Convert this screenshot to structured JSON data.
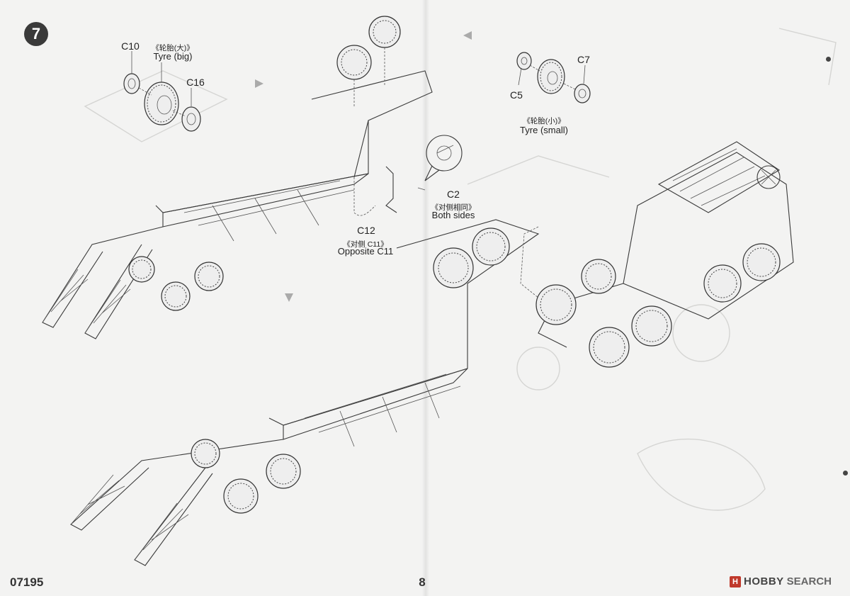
{
  "step": {
    "number": "7"
  },
  "callouts": {
    "tyre_big": {
      "cn": "《轮胎(大)》",
      "en": "Tyre (big)"
    },
    "tyre_small": {
      "cn": "《轮胎(小)》",
      "en": "Tyre (small)"
    },
    "both_sides": {
      "cn": "《对侧相同》",
      "en": "Both sides"
    },
    "opposite": {
      "cn": "《对侧 C11》",
      "en": "Opposite C11"
    }
  },
  "parts": {
    "c10": "C10",
    "c16": "C16",
    "c7": "C7",
    "c5": "C5",
    "c2": "C2",
    "c12": "C12"
  },
  "footer": {
    "kit_code": "07195",
    "page_number": "8",
    "watermark_brand": "HOBBY",
    "watermark_search": "SEARCH"
  }
}
